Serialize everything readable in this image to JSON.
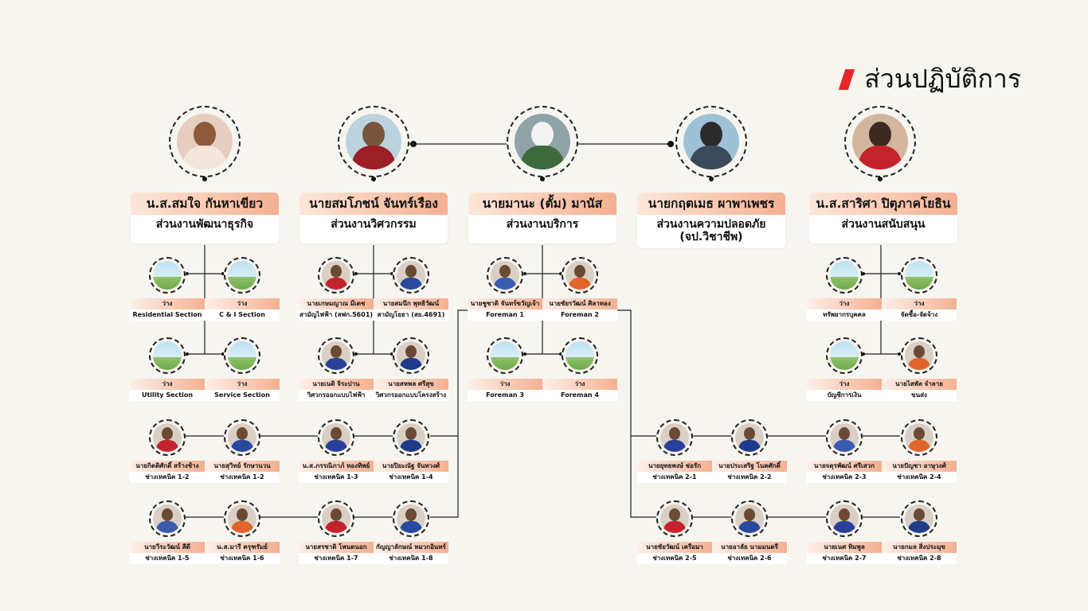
{
  "title": "ส่วนปฏิบัติการ",
  "departments": [
    {
      "name": "น.ส.สมใจ กันหาเขียว",
      "unit": "ส่วนงานพัฒนาธุรกิจ"
    },
    {
      "name": "นายสมโภชน์ จันทร์เรือง",
      "unit": "ส่วนงานวิศวกรรม"
    },
    {
      "name": "นายมานะ (ตั้ม) มานัส",
      "unit": "ส่วนงานบริการ"
    },
    {
      "name": "นายกฤตเมธ ผาพาเพชร",
      "unit": "ส่วนงานความปลอดภัย\n(จป.วิชาชีพ)"
    },
    {
      "name": "น.ส.สาริศา ปิตุภาคโยธิน",
      "unit": "ส่วนงานสนับสนุน"
    }
  ],
  "members": [
    {
      "name": "ว่าง",
      "role": "Residential Section",
      "photo": "placeholder"
    },
    {
      "name": "ว่าง",
      "role": "C & I Section",
      "photo": "placeholder"
    },
    {
      "name": "ว่าง",
      "role": "Utility Section",
      "photo": "placeholder"
    },
    {
      "name": "ว่าง",
      "role": "Service Section",
      "photo": "placeholder"
    },
    {
      "name": "นายเกษมญาณ มีเดช",
      "role": "สามัญไฟฟ้า (สฟก.5601)",
      "photo": "person"
    },
    {
      "name": "นายสมนึก พุทธิวัฒน์",
      "role": "สามัญโยธา (สย.4691)",
      "photo": "person"
    },
    {
      "name": "นายเนติ จิระปาน",
      "role": "วิศวกรออกแบบไฟฟ้า",
      "photo": "person"
    },
    {
      "name": "นายสหพล ศรีสุข",
      "role": "วิศวกรออกแบบโครงสร้าง",
      "photo": "person"
    },
    {
      "name": "นายชูชาติ จันทร์ขวัญเจ้า",
      "role": "Foreman 1",
      "photo": "person"
    },
    {
      "name": "นายชัยรวัฒน์ ศิลาทอง",
      "role": "Foreman 2",
      "photo": "person"
    },
    {
      "name": "ว่าง",
      "role": "Foreman 3",
      "photo": "placeholder"
    },
    {
      "name": "ว่าง",
      "role": "Foreman 4",
      "photo": "placeholder"
    },
    {
      "name": "ว่าง",
      "role": "ทรัพยากรบุคคล",
      "photo": "placeholder"
    },
    {
      "name": "ว่าง",
      "role": "จัดซื้อ-จัดจ้าง",
      "photo": "placeholder"
    },
    {
      "name": "ว่าง",
      "role": "บัญชีการเงิน",
      "photo": "placeholder"
    },
    {
      "name": "นายไสพัล จำลาย",
      "role": "ขนส่ง",
      "photo": "person"
    },
    {
      "name": "นายกิตติศักดิ์ สร้างช้าง",
      "role": "ช่างเทคนิค 1-2",
      "photo": "person"
    },
    {
      "name": "นายสุวิทย์ รักษานวน",
      "role": "ช่างเทคนิค 1-2",
      "photo": "person"
    },
    {
      "name": "น.ส.ภรรณิภาภ์ ทองทิพย์",
      "role": "ช่างเทคนิค 1-3",
      "photo": "person"
    },
    {
      "name": "นายปิยะณัฐ จันทวงศ์",
      "role": "ช่างเทคนิค 1-4",
      "photo": "person"
    },
    {
      "name": "นายวีระวัฒน์ สีดี",
      "role": "ช่างเทคนิค 1-5",
      "photo": "person"
    },
    {
      "name": "น.ส.มารี ครุฑรัมย์",
      "role": "ช่างเทคนิค 1-6",
      "photo": "person"
    },
    {
      "name": "นายสรชาติ โพนดนอก",
      "role": "ช่างเทคนิค 1-7",
      "photo": "person"
    },
    {
      "name": "กัญญาลักษณ์ หมวกอินทร์",
      "role": "ช่างเทคนิค 1-8",
      "photo": "person"
    },
    {
      "name": "นายยุทธพงษ์ ช่อรัก",
      "role": "ช่างเทคนิค 2-1",
      "photo": "person"
    },
    {
      "name": "นายประเสริฐ โนคศักดิ์",
      "role": "ช่างเทคนิค 2-2",
      "photo": "person"
    },
    {
      "name": "นายจตุรพัฒน์ ศรีเสวก",
      "role": "ช่างเทคนิค 2-3",
      "photo": "person"
    },
    {
      "name": "นายปัญชา อาษุวงศ์",
      "role": "ช่างเทคนิค 2-4",
      "photo": "person"
    },
    {
      "name": "นายชัยวัฒน์ เครือมา",
      "role": "ช่างเทคนิค 2-5",
      "photo": "person"
    },
    {
      "name": "นายอาลัย นามมนตรี",
      "role": "ช่างเทคนิค 2-6",
      "photo": "person"
    },
    {
      "name": "นายเนศ ทิมพูล",
      "role": "ช่างเทคนิค 2-7",
      "photo": "person"
    },
    {
      "name": "นายกมล สิ่งประมุข",
      "role": "ช่างเทคนิค 2-8",
      "photo": "person"
    }
  ]
}
